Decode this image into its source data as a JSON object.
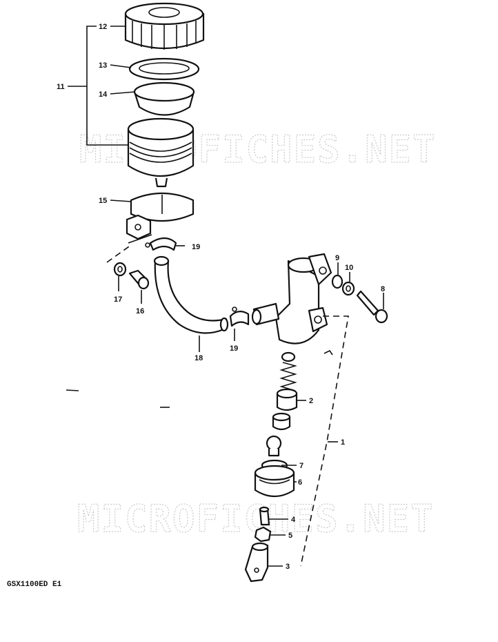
{
  "watermark": "MICROFICHES.NET",
  "model_code": "GSX1100ED E1",
  "callouts": [
    "12",
    "13",
    "14",
    "11",
    "15",
    "19",
    "9",
    "10",
    "8",
    "17",
    "16",
    "19",
    "18",
    "2",
    "1",
    "7",
    "6",
    "4",
    "5",
    "3"
  ]
}
